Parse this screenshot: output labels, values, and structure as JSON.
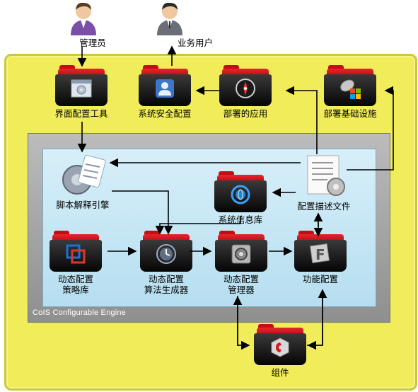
{
  "actors": {
    "admin": "管理员",
    "business_user": "业务用户"
  },
  "engine_label": "CoIS Configurable Engine",
  "nodes": {
    "ui_config_tool": "界面配置工具",
    "security_config": "系统安全配置",
    "deployed_app": "部署的应用",
    "deploy_infra": "部署基础设施",
    "script_engine": "脚本解释引擎",
    "system_info_db": "系统信息库",
    "config_desc_file": "配置描述文件",
    "dynamic_strategy_db_line1": "动态配置",
    "dynamic_strategy_db_line2": "策略库",
    "dynamic_algorithm_gen_line1": "动态配置",
    "dynamic_algorithm_gen_line2": "算法生成器",
    "dynamic_manager_line1": "动态配置",
    "dynamic_manager_line2": "管理器",
    "feature_config": "功能配置",
    "component": "组件"
  },
  "colors": {
    "outer_bg": "#f0ec5a",
    "frame": "#9a9a9a",
    "inner_bg": "#c8e7f5",
    "folder_tab": "#c40e14",
    "folder_body": "#111111"
  },
  "icons": {
    "ui_config_tool": "window-gear-icon",
    "security_config": "user-lock-icon",
    "deployed_app": "compass-icon",
    "deploy_infra": "satellite-windows-icon",
    "script_engine": "gear-document-icon",
    "system_info_db": "globe-sync-icon",
    "config_desc_file": "document-gear-icon",
    "dynamic_strategy_db": "vmware-icon",
    "dynamic_algorithm_gen": "clock-backup-icon",
    "dynamic_manager": "settings-panel-icon",
    "feature_config": "font-f-icon",
    "component": "red-cube-icon"
  }
}
